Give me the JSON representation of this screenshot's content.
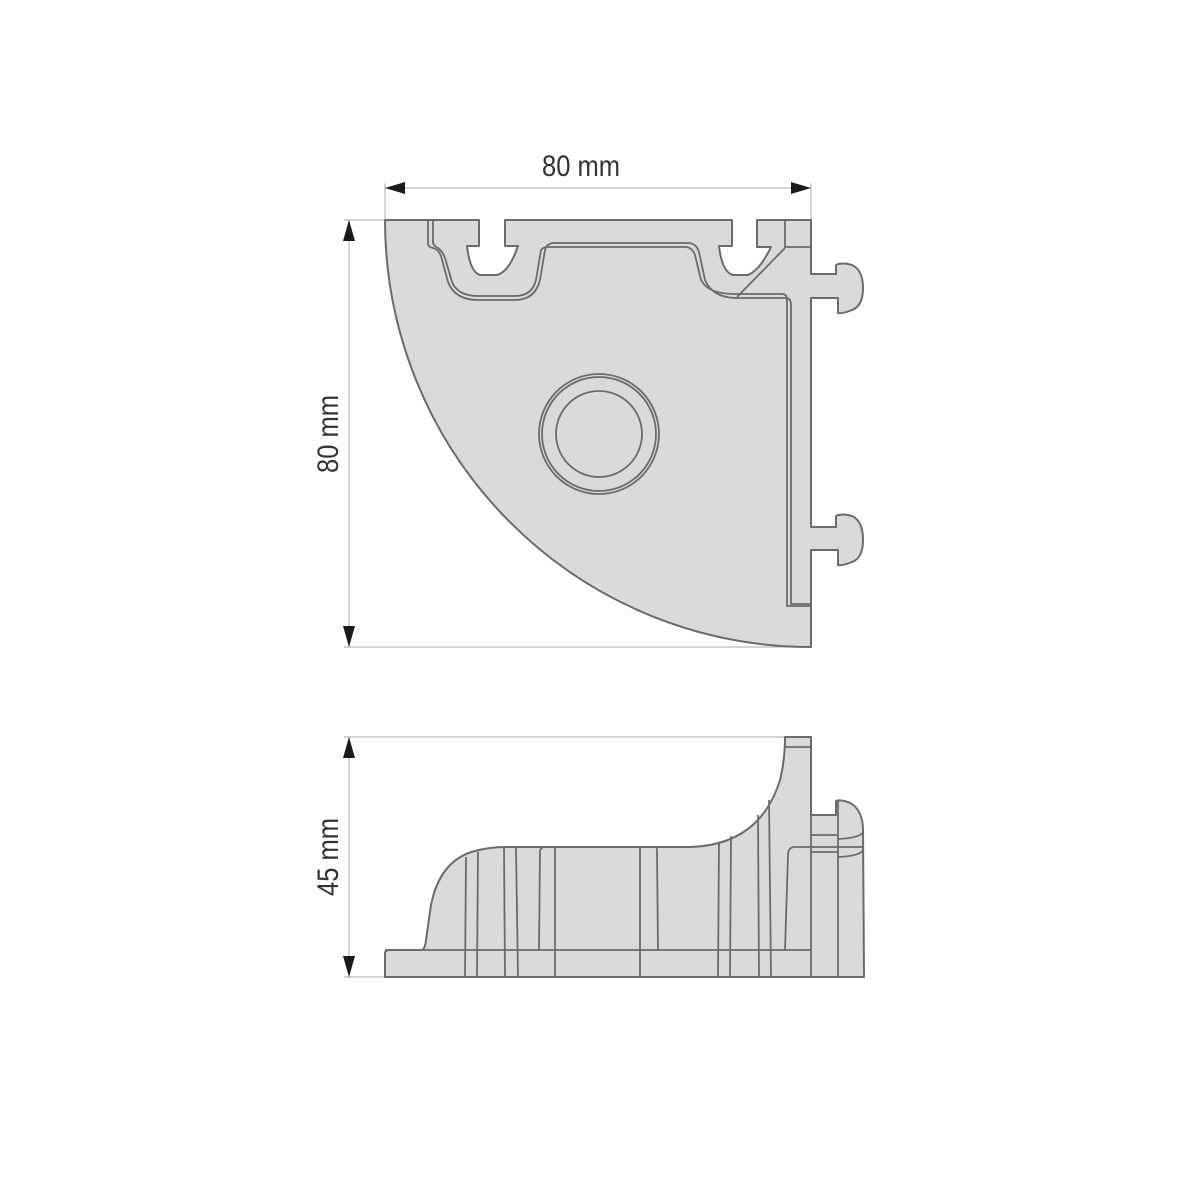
{
  "dimensions": {
    "width_label": "80 mm",
    "depth_label": "80 mm",
    "height_label": "45 mm"
  },
  "colors": {
    "part_fill": "#dadada",
    "outline": "#6b6b6b",
    "dimension_line": "#aaaaaa"
  }
}
